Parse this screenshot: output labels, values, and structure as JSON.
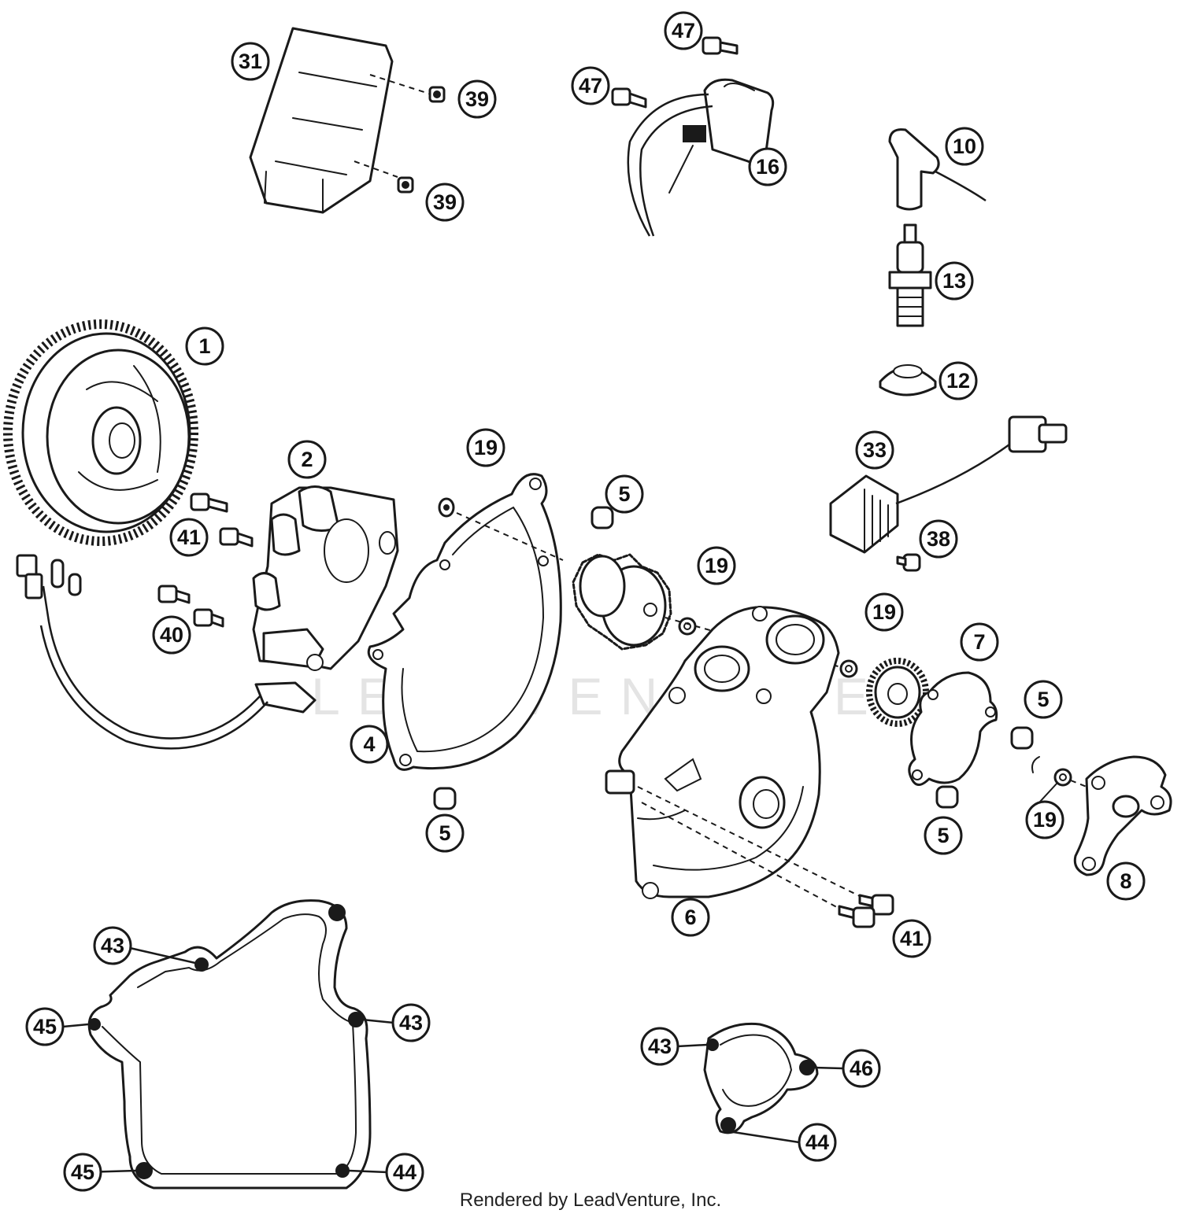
{
  "watermark": "LEADVENTURE",
  "credit": "Rendered by LeadVenture, Inc.",
  "callouts": [
    "31",
    "39",
    "39",
    "47",
    "47",
    "16",
    "10",
    "13",
    "12",
    "1",
    "2",
    "41",
    "40",
    "19",
    "5",
    "33",
    "38",
    "19",
    "19",
    "7",
    "5",
    "4",
    "5",
    "6",
    "5",
    "19",
    "8",
    "41",
    "43",
    "45",
    "43",
    "45",
    "44",
    "43",
    "46",
    "44"
  ]
}
